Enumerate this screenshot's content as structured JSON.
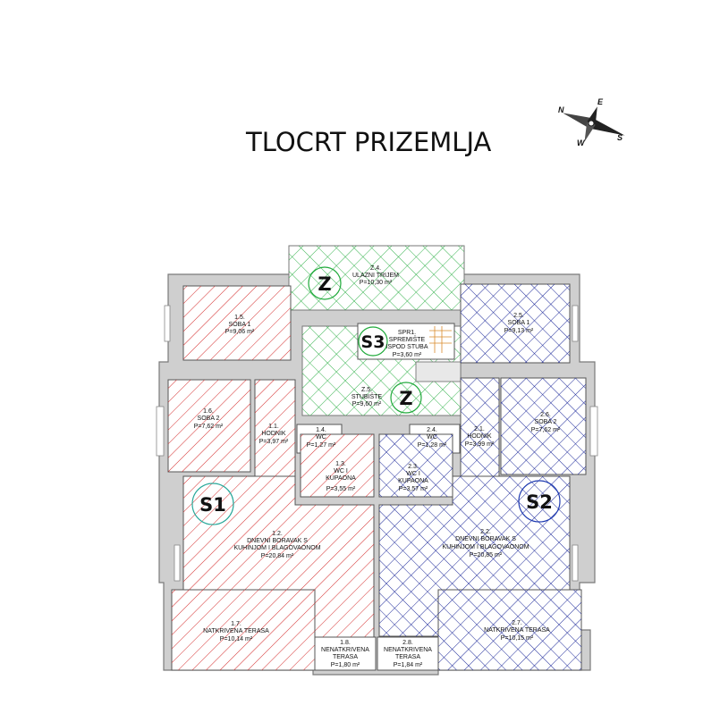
{
  "title": "TLOCRT PRIZEMLJA",
  "compass": {
    "n": "N",
    "e": "E",
    "s": "S",
    "w": "W"
  },
  "colors": {
    "s1": "#d42a2a",
    "s2": "#1e2a9a",
    "zone": "#1faa3a",
    "badge_s1": "#2aa89a",
    "badge_s2": "#1e3ab0"
  },
  "zones": {
    "s1": "S1",
    "s2": "S2",
    "s3": "S3",
    "z1": "Z",
    "z2": "Z"
  },
  "rooms": {
    "z4": {
      "code": "Z.4.",
      "name": "ULAZNI TRIJEM",
      "area": "P=10,30 m²"
    },
    "spr1": {
      "code": "SPR1.",
      "name": "SPREMIŠTE",
      "name2": "ISPOD STUBA",
      "area": "P=3,60 m²"
    },
    "z5": {
      "code": "Z.5.",
      "name": "STUBIŠTE",
      "area": "P=9,60 m²"
    },
    "r15": {
      "code": "1.5.",
      "name": "SOBA 1",
      "area": "P=9,06 m²"
    },
    "r16": {
      "code": "1.6.",
      "name": "SOBA 2",
      "area": "P=7,62 m²"
    },
    "r11": {
      "code": "1.1.",
      "name": "HODNIK",
      "area": "P=3,97 m²"
    },
    "r14": {
      "code": "1.4.",
      "name": "WC",
      "area": "P=1,27 m²"
    },
    "r13": {
      "code": "1.3.",
      "name": "WC I",
      "name2": "KUPAONA",
      "area": "P=3,55 m²"
    },
    "r12": {
      "code": "1.2.",
      "name": "DNEVNI BORAVAK S",
      "name2": "KUHINJOM I BLAGOVAONOM",
      "area": "P=20,84 m²"
    },
    "r17": {
      "code": "1.7.",
      "name": "NATKRIVENA TERASA",
      "area": "P=10,14 m²"
    },
    "r18": {
      "code": "1.8.",
      "name": "NENATKRIVENA",
      "name2": "TERASA",
      "area": "P=1,80 m²"
    },
    "r25": {
      "code": "2.5.",
      "name": "SOBA 1",
      "area": "P=9,13 m²"
    },
    "r26": {
      "code": "2.6.",
      "name": "SOBA 2",
      "area": "P=7,62 m²"
    },
    "r21": {
      "code": "2.1.",
      "name": "HODNIK",
      "area": "P=3,99 m²"
    },
    "r24": {
      "code": "2.4.",
      "name": "WC",
      "area": "P=1,28 m²"
    },
    "r23": {
      "code": "2.3.",
      "name": "WC I",
      "name2": "KUPAONA",
      "area": "P=3,57 m²"
    },
    "r22": {
      "code": "2.2.",
      "name": "DNEVNI BORAVAK S",
      "name2": "KUHINJOM I BLAGOVAONOM",
      "area": "P=20,85 m²"
    },
    "r27": {
      "code": "2.7.",
      "name": "NATKRIVENA TERASA",
      "area": "P=10,15 m²"
    },
    "r28": {
      "code": "2.8.",
      "name": "NENATKRIVENA",
      "name2": "TERASA",
      "area": "P=1,84 m²"
    }
  }
}
